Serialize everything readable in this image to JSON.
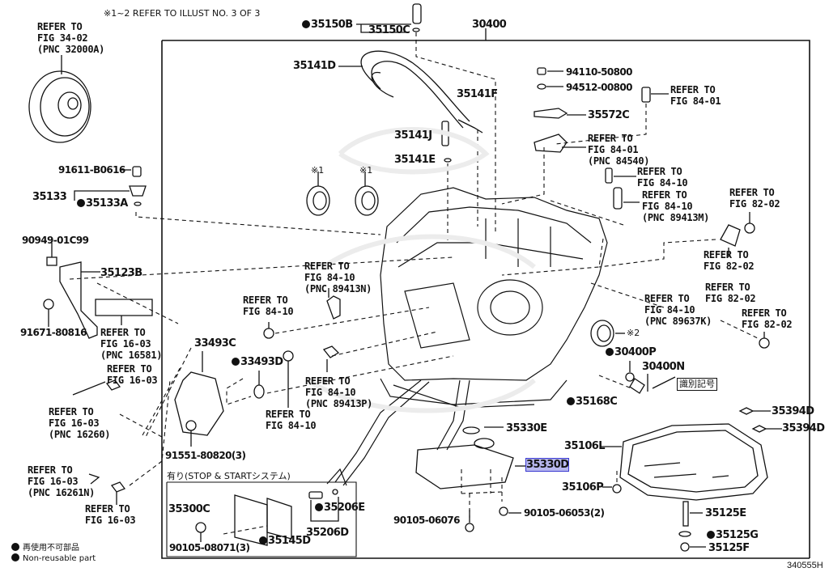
{
  "diagram": {
    "note_top": "※1~2 REFER TO ILLUST NO. 3 OF 3",
    "main_assembly": "30400",
    "illustration_code": "340555H",
    "highlight_color": "#b7b7ee",
    "selected_part": "35330D",
    "legend": {
      "ja": "再使用不可部品",
      "en": "Non-reusable part"
    },
    "stop_start_box_label": "有り(STOP & STARTシステム)",
    "id_mark_label": "識別記号",
    "parts": {
      "p35150B": "35150B",
      "p35150C": "35150C",
      "p35141D": "35141D",
      "p35141F": "35141F",
      "p35141J": "35141J",
      "p35141E": "35141E",
      "p94110": "94110-50800",
      "p94512": "94512-00800",
      "p35572C": "35572C",
      "p91611": "91611-B0616",
      "p35133": "35133",
      "p35133A": "35133A",
      "p90949": "90949-01C99",
      "p35123B": "35123B",
      "p91671": "91671-80816",
      "p33493C": "33493C",
      "p33493D": "33493D",
      "p91551": "91551-80820(3)",
      "p35300C": "35300C",
      "p35145D": "35145D",
      "p35206E": "35206E",
      "p35206D": "35206D",
      "p90105_08071": "90105-08071(3)",
      "p30400P": "30400P",
      "p30400N": "30400N",
      "p35168C": "35168C",
      "p35330E": "35330E",
      "p35330D": "35330D",
      "p35394D_a": "35394D",
      "p35394D_b": "35394D",
      "p35106L": "35106L",
      "p35106P": "35106P",
      "p90105_06076": "90105-06076",
      "p90105_06053": "90105-06053(2)",
      "p35125E": "35125E",
      "p35125G": "35125G",
      "p35125F": "35125F",
      "mark1a": "※1",
      "mark1b": "※1",
      "mark2": "※2"
    },
    "refs": {
      "r_torque": "REFER TO\nFIG 34-02\n(PNC 32000A)",
      "r_8401a": "REFER TO\nFIG 84-01",
      "r_8401b": "REFER TO\nFIG 84-01\n(PNC 84540)",
      "r_8410a": "REFER TO\nFIG 84-10",
      "r_8410m": "REFER TO\nFIG 84-10\n(PNC 89413M)",
      "r_8202a": "REFER TO\nFIG 82-02",
      "r_8202b": "REFER TO\nFIG 82-02",
      "r_8202c": "REFER TO\nFIG 82-02",
      "r_8202d": "REFER TO\nFIG 82-02",
      "r_8410n": "REFER TO\nFIG 84-10\n(PNC 89413N)",
      "r_8410b": "REFER TO\nFIG 84-10",
      "r_8410k": "REFER TO\nFIG 84-10\n(PNC 89637K)",
      "r_1603a": "REFER TO\nFIG 16-03\n(PNC 16581)",
      "r_1603b": "REFER TO\nFIG 16-03",
      "r_1603c": "REFER TO\nFIG 16-03\n(PNC 16260)",
      "r_8410p": "REFER TO\nFIG 84-10\n(PNC 89413P)",
      "r_8410c": "REFER TO\nFIG 84-10",
      "r_1603d": "REFER TO\nFIG 16-03\n(PNC 16261N)",
      "r_1603e": "REFER TO\nFIG 16-03"
    }
  }
}
